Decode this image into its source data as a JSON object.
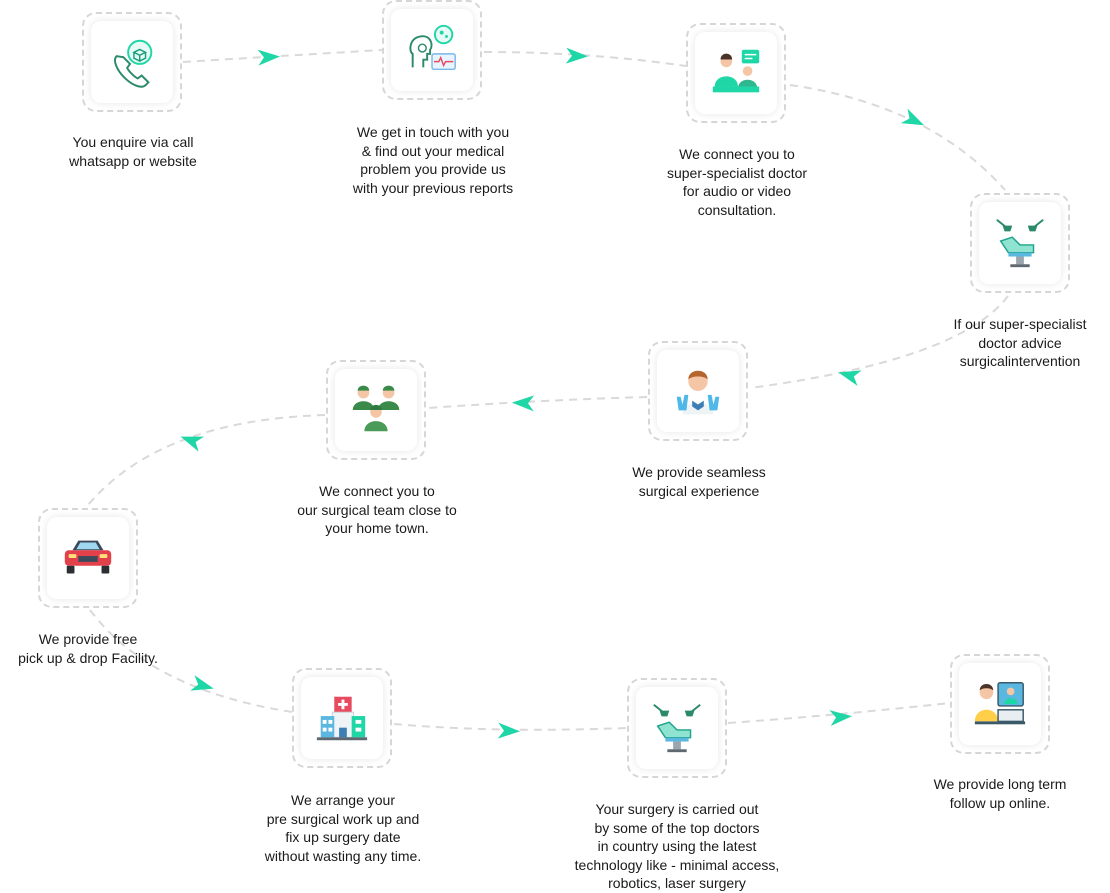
{
  "accent_color": "#1fd6a6",
  "steps": [
    {
      "icon": "phone-chat-icon",
      "lines": [
        "You enquire via call",
        "whatsapp or website"
      ]
    },
    {
      "icon": "medical-consult-head-icon",
      "lines": [
        "We get in touch with you",
        "& find out your medical",
        "problem you provide us",
        "with your previous reports"
      ]
    },
    {
      "icon": "doctor-video-call-icon",
      "lines": [
        "We connect you to",
        "super-specialist doctor",
        "for audio or video",
        "consultation."
      ]
    },
    {
      "icon": "operating-table-icon",
      "lines": [
        "If our super-specialist",
        "doctor advice",
        "surgicalintervention"
      ]
    },
    {
      "icon": "surgeon-gloves-icon",
      "lines": [
        "We provide seamless",
        "surgical experience"
      ]
    },
    {
      "icon": "surgical-team-icon",
      "lines": [
        "We connect you to",
        "our surgical team close to",
        "your home town."
      ]
    },
    {
      "icon": "car-icon",
      "lines": [
        "We provide free",
        "pick up & drop Facility."
      ]
    },
    {
      "icon": "hospital-building-icon",
      "lines": [
        "We arrange your",
        "pre surgical work up and",
        "fix up surgery date",
        "without wasting any time."
      ]
    },
    {
      "icon": "operating-table-icon",
      "lines": [
        "Your surgery is carried out",
        "by some of the top doctors",
        "in country using the latest",
        "technology like - minimal access,",
        "robotics, laser surgery"
      ]
    },
    {
      "icon": "online-followup-icon",
      "lines": [
        "We provide long term",
        "follow up online."
      ]
    }
  ]
}
